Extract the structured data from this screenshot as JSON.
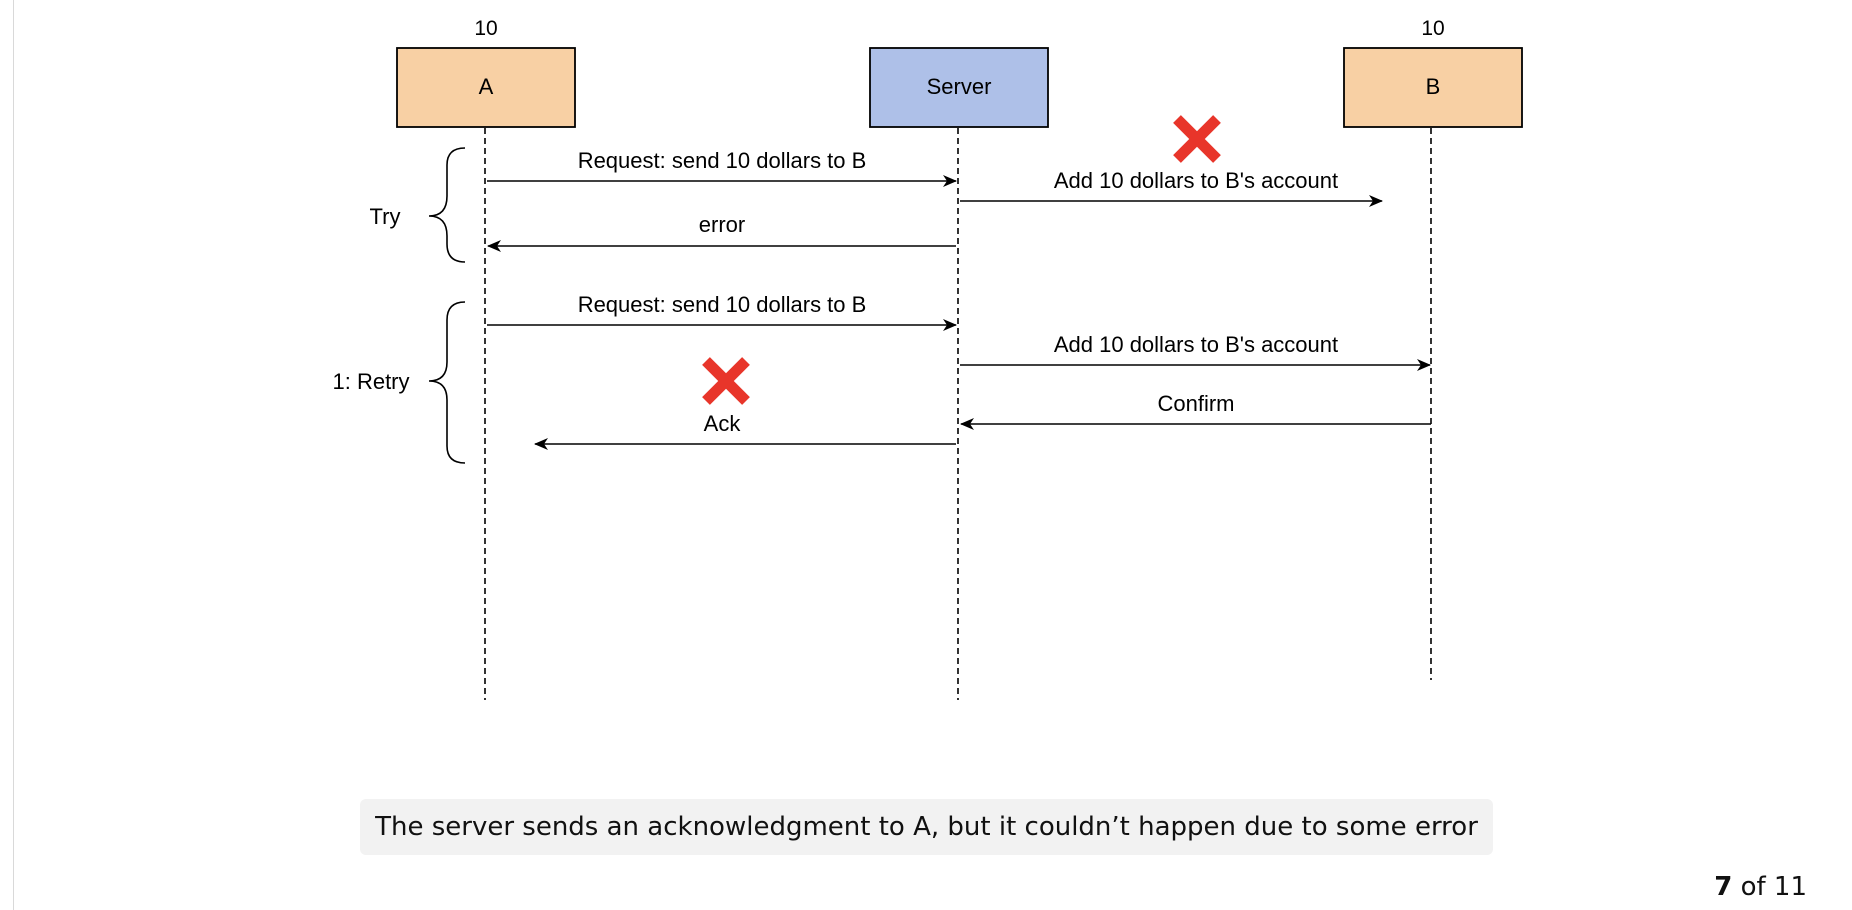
{
  "participants": [
    {
      "label": "A",
      "value": "10",
      "color": "#f8d0a4"
    },
    {
      "label": "Server",
      "value": "",
      "color": "#aec0e8"
    },
    {
      "label": "B",
      "value": "10",
      "color": "#f8d0a4"
    }
  ],
  "groups": [
    {
      "label": "Try"
    },
    {
      "label": "1: Retry"
    }
  ],
  "messages": [
    {
      "label": "Request: send 10 dollars to  B"
    },
    {
      "label": "Add 10 dollars to B's account"
    },
    {
      "label": "error"
    },
    {
      "label": "Request: send 10 dollars to  B"
    },
    {
      "label": "Add 10 dollars to B's account"
    },
    {
      "label": "Confirm"
    },
    {
      "label": "Ack"
    }
  ],
  "colors": {
    "fail_mark": "#e8352a",
    "line": "#000000"
  },
  "icons": [
    "failed-cross-icon",
    "failed-cross-icon"
  ],
  "caption": "The server sends an acknowledgment to A, but it couldn’t happen due to some error",
  "pagination": {
    "current": "7",
    "of_text": "of 11"
  }
}
